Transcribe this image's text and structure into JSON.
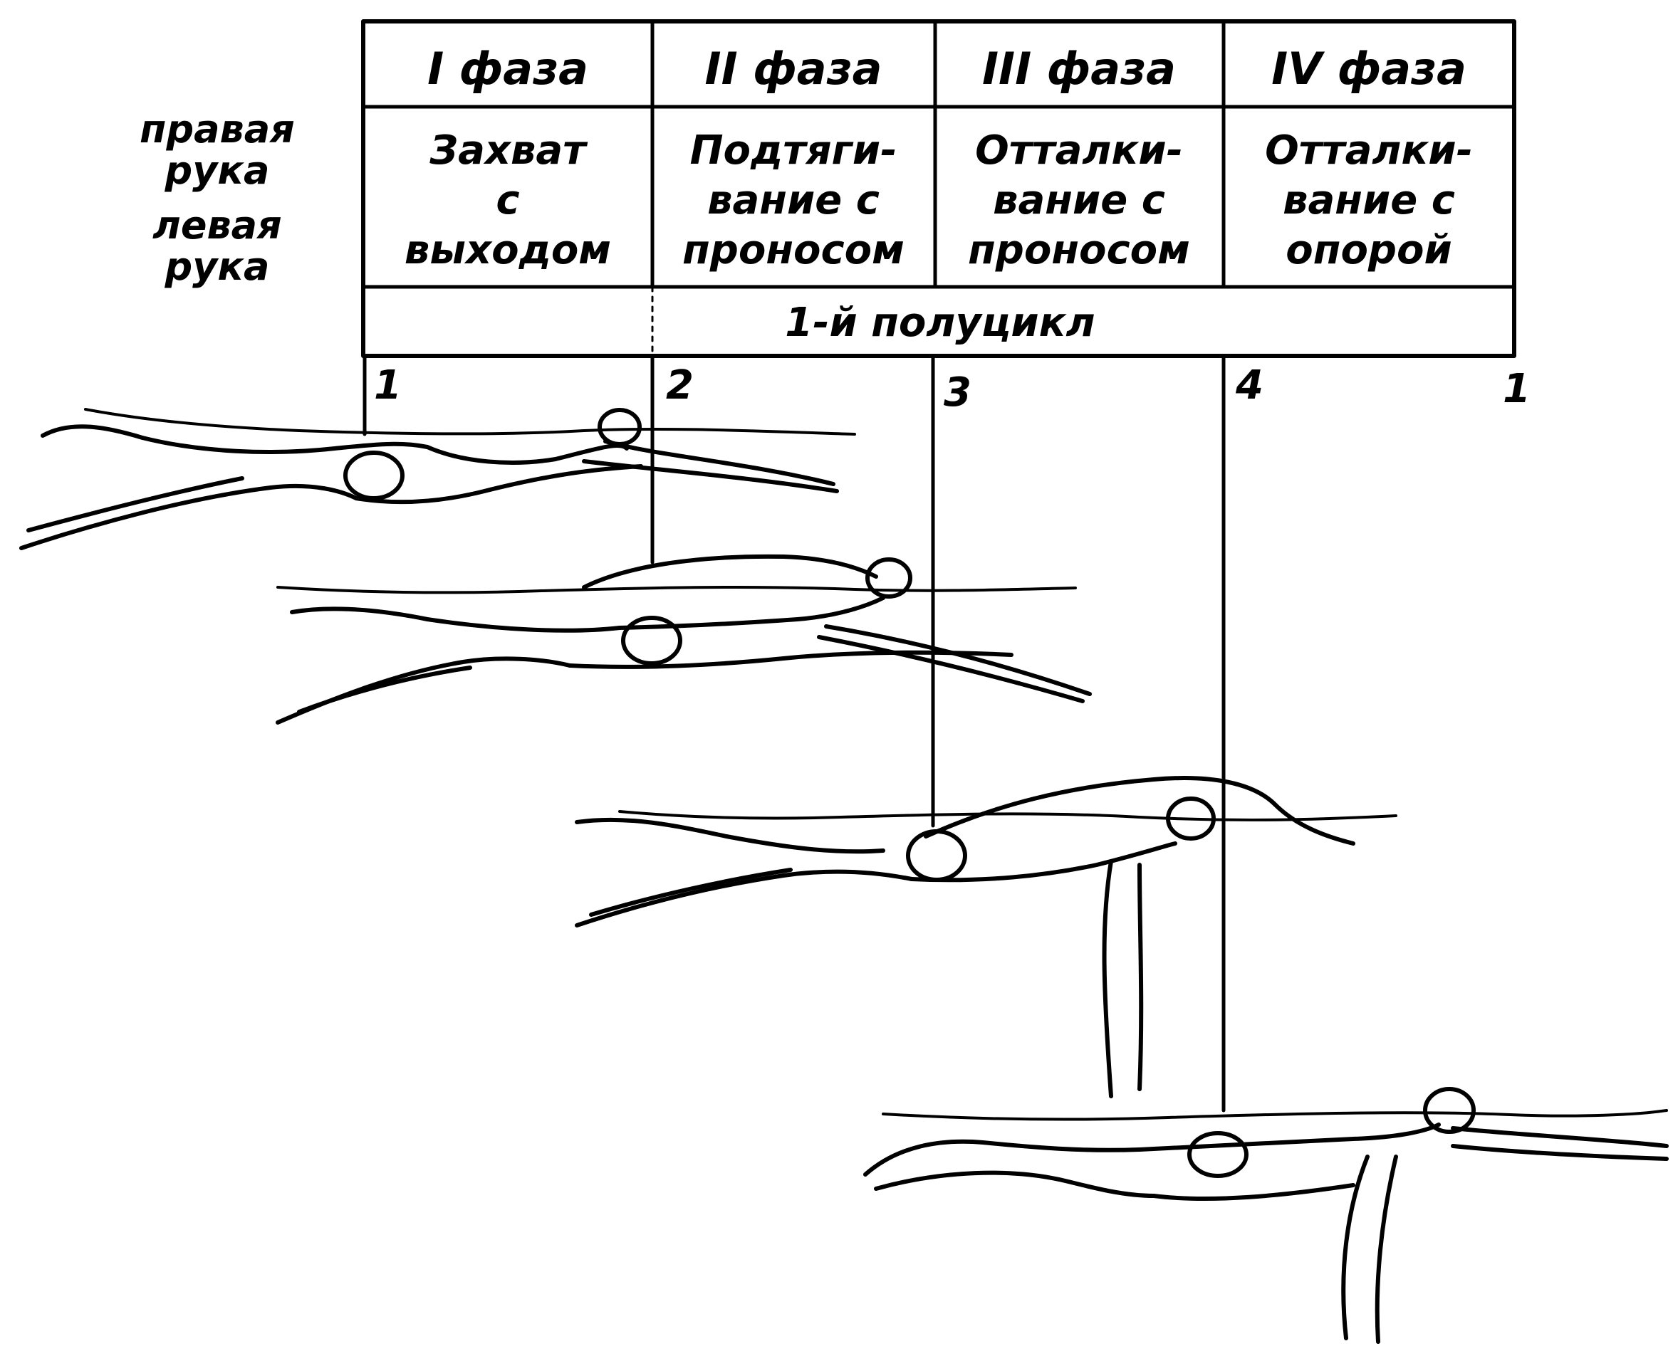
{
  "side_label": [
    "правая",
    "рука",
    "левая",
    "рука"
  ],
  "phases": [
    {
      "name": "I  фаза",
      "desc": [
        "Захват",
        "с",
        "выходом"
      ]
    },
    {
      "name": "II  фаза",
      "desc": [
        "Подтяги-",
        "вание с",
        "проносом"
      ]
    },
    {
      "name": "III  фаза",
      "desc": [
        "Отталки-",
        "вание с",
        "проносом"
      ]
    },
    {
      "name": "IV  фаза",
      "desc": [
        "Отталки-",
        "вание с",
        "опорой"
      ]
    }
  ],
  "half_cycle": "1-й   полуцикл",
  "markers": [
    "1",
    "2",
    "3",
    "4",
    "1"
  ],
  "colors": {
    "ink": "#000000",
    "paper": "#ffffff"
  }
}
